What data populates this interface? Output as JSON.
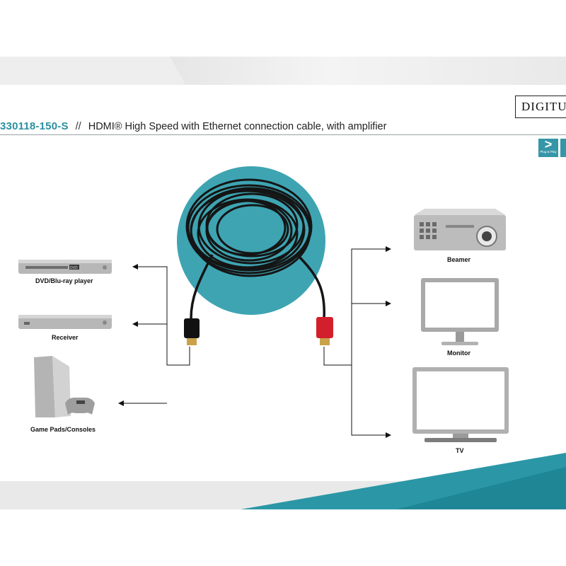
{
  "header": {
    "product_code": "330118-150-S",
    "separator": "//",
    "description": "HDMI® High Speed with Ethernet connection cable, with amplifier",
    "brand_logo": "DIGITU",
    "badge_icon": "plug-and-play-icon",
    "badge_text": "Plug & Play"
  },
  "sources": [
    {
      "label": "DVD/Blu-ray player",
      "icon": "dvd-player-icon",
      "screen_text": "DVD"
    },
    {
      "label": "Receiver",
      "icon": "receiver-icon"
    },
    {
      "label": "Game Pads/Consoles",
      "icon": "game-console-icon"
    }
  ],
  "destinations": [
    {
      "label": "Beamer",
      "icon": "projector-icon"
    },
    {
      "label": "Monitor",
      "icon": "monitor-icon"
    },
    {
      "label": "TV",
      "icon": "tv-icon"
    }
  ],
  "colors": {
    "accent_teal": "#2a8fa0",
    "circle_teal": "#3ea4b2",
    "connector_red": "#d21f2b",
    "connector_black": "#111111"
  }
}
